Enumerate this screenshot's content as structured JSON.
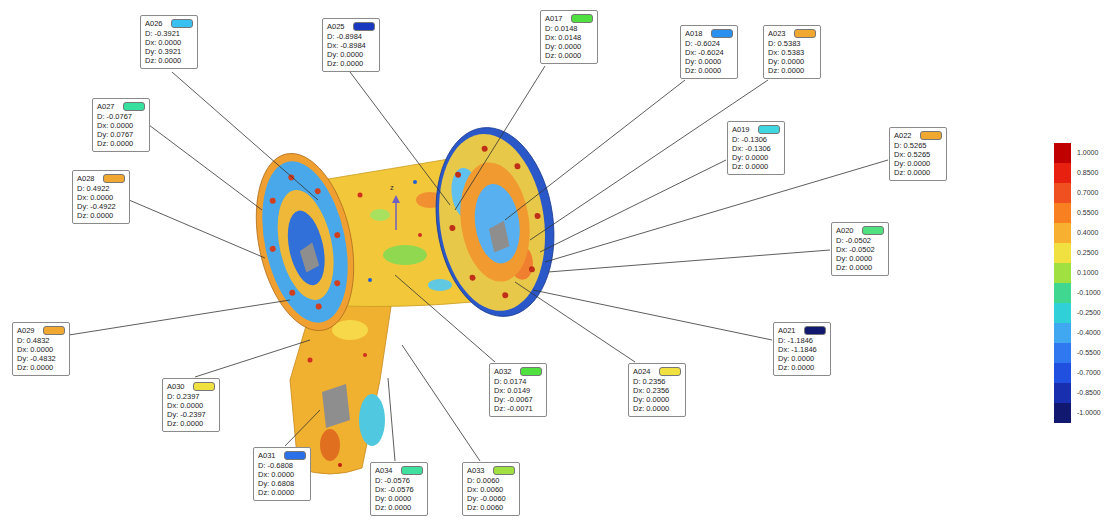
{
  "diagram": {
    "nodes": [
      {
        "text": [
          "A026",
          "D: -0.3921",
          "Dx: 0.0000",
          "Dy: 0.3921",
          "Dz: 0.0000"
        ]
      },
      {
        "text": [
          "A025",
          "D: -0.8984",
          "Dx: -0.8984",
          "Dy: 0.0000",
          "Dz: 0.0000"
        ]
      },
      {
        "text": [
          "A017",
          "D: 0.0148",
          "Dx: 0.0148",
          "Dy: 0.0000",
          "Dz: 0.0000"
        ]
      },
      {
        "text": [
          "A018",
          "D: -0.6024",
          "Dx: -0.6024",
          "Dy: 0.0000",
          "Dz: 0.0000"
        ]
      },
      {
        "text": [
          "A023",
          "D: 0.5383",
          "Dx: 0.5383",
          "Dy: 0.0000",
          "Dz: 0.0000"
        ]
      },
      {
        "text": [
          "A027",
          "D: -0.0767",
          "Dx: 0.0000",
          "Dy: 0.0767",
          "Dz: 0.0000"
        ]
      },
      {
        "text": [
          "A019",
          "D: -0.1306",
          "Dx: -0.1306",
          "Dy: 0.0000",
          "Dz: 0.0000"
        ]
      },
      {
        "text": [
          "A022",
          "D: 0.5265",
          "Dx: 0.5265",
          "Dy: 0.0000",
          "Dz: 0.0000"
        ]
      },
      {
        "text": [
          "A028",
          "D: 0.4922",
          "Dx: 0.0000",
          "Dy: -0.4922",
          "Dz: 0.0000"
        ]
      },
      {
        "text": [
          "A020",
          "D: -0.0502",
          "Dx: -0.0502",
          "Dy: 0.0000",
          "Dz: 0.0000"
        ]
      },
      {
        "text": [
          "A029",
          "D: 0.4832",
          "Dx: 0.0000",
          "Dy: -0.4832",
          "Dz: 0.0000"
        ]
      },
      {
        "text": [
          "A021",
          "D: -1.1846",
          "Dx: -1.1846",
          "Dy: 0.0000",
          "Dz: 0.0000"
        ]
      },
      {
        "text": [
          "A030",
          "D: 0.2397",
          "Dx: 0.0000",
          "Dy: -0.2397",
          "Dz: 0.0000"
        ]
      },
      {
        "text": [
          "A032",
          "D: 0.0174",
          "Dx: 0.0149",
          "Dy: -0.0067",
          "Dz: -0.0071"
        ]
      },
      {
        "text": [
          "A024",
          "D: 0.2356",
          "Dx: 0.2356",
          "Dy: 0.0000",
          "Dz: 0.0000"
        ]
      },
      {
        "text": [
          "A031",
          "D: -0.6808",
          "Dx: 0.0000",
          "Dy: 0.6808",
          "Dz: 0.0000"
        ]
      },
      {
        "text": [
          "A034",
          "D: -0.0576",
          "Dx: -0.0576",
          "Dy: 0.0000",
          "Dz: 0.0000"
        ]
      },
      {
        "text": [
          "A033",
          "D: 0.0060",
          "Dx: 0.0060",
          "Dy: -0.0060",
          "Dz: 0.0060"
        ]
      }
    ],
    "labels": [
      "z"
    ],
    "legend": [
      {
        "text": "1.0000",
        "color": "#c00000"
      },
      {
        "text": "0.8500",
        "color": "#e82010"
      },
      {
        "text": "0.7000",
        "color": "#f05020"
      },
      {
        "text": "0.5500",
        "color": "#f88020"
      },
      {
        "text": "0.4000",
        "color": "#f8b030"
      },
      {
        "text": "0.2500",
        "color": "#f0e040"
      },
      {
        "text": "0.1000",
        "color": "#a0e040"
      },
      {
        "text": "-0.1000",
        "color": "#40d890"
      },
      {
        "text": "-0.2500",
        "color": "#30d0d8"
      },
      {
        "text": "-0.4000",
        "color": "#40a8f0"
      },
      {
        "text": "-0.5500",
        "color": "#3078f0"
      },
      {
        "text": "-0.7000",
        "color": "#2050e0"
      },
      {
        "text": "-0.8500",
        "color": "#1830b0"
      },
      {
        "text": "-1.0000",
        "color": "#101870"
      }
    ]
  }
}
